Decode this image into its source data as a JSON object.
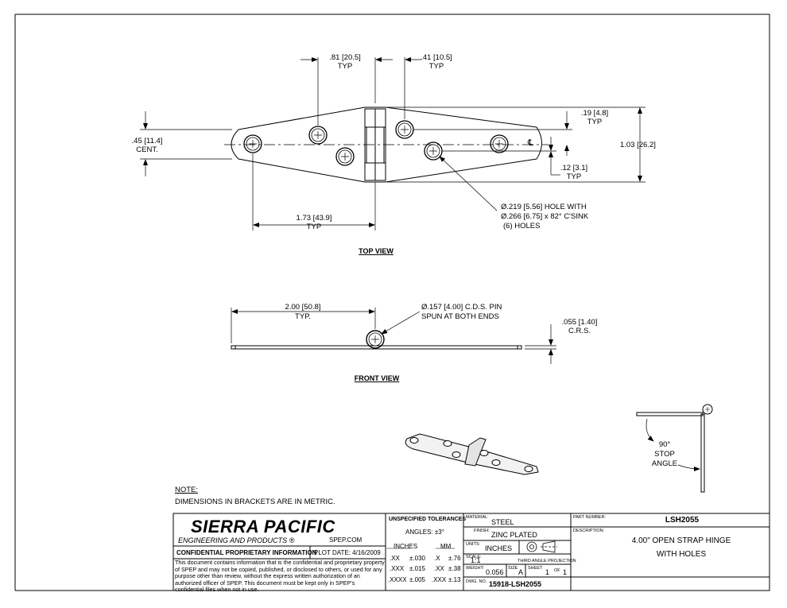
{
  "views": {
    "top": {
      "label": "TOP VIEW",
      "dims": {
        "d1": ".81 [20.5]",
        "d1_typ": "TYP",
        "d2": ".41 [10.5]",
        "d2_typ": "TYP",
        "d3": ".19 [4.8]",
        "d3_typ": "TYP",
        "d4": "1.03 [26.2]",
        "d5": ".45 [11.4]",
        "d5_cent": "CENT.",
        "d6": ".12 [3.1]",
        "d6_typ": "TYP",
        "d7": "1.73 [43.9]",
        "d7_typ": "TYP",
        "centerline": "℄"
      },
      "hole_note": {
        "line1": "Ø.219 [5.56] HOLE WITH",
        "line2": "Ø.266 [6.75] x 82° C'SINK",
        "line3": "(6) HOLES"
      }
    },
    "front": {
      "label": "FRONT VIEW",
      "dims": {
        "d1": "2.00 [50.8]",
        "d1_typ": "TYP.",
        "d2": ".055 [1.40]",
        "d2_crs": "C.R.S."
      },
      "pin_note": {
        "line1": "Ø.157 [4.00] C.D.S. PIN",
        "line2": "SPUN AT BOTH ENDS"
      }
    },
    "side": {
      "note1": "90°",
      "note2": "STOP",
      "note3": "ANGLE"
    }
  },
  "note": {
    "title": "NOTE:",
    "text": "DIMENSIONS IN BRACKETS ARE IN METRIC."
  },
  "title_block": {
    "company": "SIERRA PACIFIC",
    "company_sub": "ENGINEERING AND PRODUCTS",
    "registered": "®",
    "website": "SPEP.COM",
    "confidential_title": "CONFIDENTIAL PROPRIETARY INFORMATION",
    "plot_date": "PLOT DATE: 4/16/2009",
    "confidential_text": "This document contains information that is the confidential and proprietary property of SPEP and may not be copied, published, or disclosed to others, or used for any purpose  other than review, without the express written authorization of an authorized officer of SPEP. This document must be kept only in SPEP's confidential files when not in use.",
    "tolerances": {
      "title": "UNSPECIFIED TOLERANCES",
      "angles": "ANGLES: ±3°",
      "inches_head": "INCHES",
      "mm_head": "MM",
      "rows": [
        {
          "in_k": ".XX",
          "in_v": "±.030",
          "mm_k": ".X",
          "mm_v": "±.76"
        },
        {
          "in_k": ".XXX",
          "in_v": "±.015",
          "mm_k": ".XX",
          "mm_v": "±.38"
        },
        {
          "in_k": ".XXXX",
          "in_v": "±.005",
          "mm_k": ".XXX",
          "mm_v": "±.13"
        }
      ]
    },
    "material_label": "MATERIAL:",
    "material": "STEEL",
    "finish_label": "FINISH:",
    "finish": "ZINC PLATED",
    "units_label": "UNITS:",
    "units": "INCHES",
    "scale_label": "SCALE:",
    "scale": "1:1",
    "projection": "THIRD ANGLE PROJECTION",
    "weight_label": "WEIGHT:",
    "weight": "0.056",
    "size_label": "SIZE",
    "size": "A",
    "sheet_label": "SHEET",
    "sheet": "1",
    "of_label": "OF",
    "sheet_total": "1",
    "dwg_label": "DWG. NO.",
    "dwg_no": "15918-LSH2055",
    "part_label": "PART NUMBER:",
    "part_no": "LSH2055",
    "desc_label": "DESCRIPTION:",
    "desc_line1": "4.00\" OPEN STRAP HINGE",
    "desc_line2": "WITH HOLES"
  }
}
